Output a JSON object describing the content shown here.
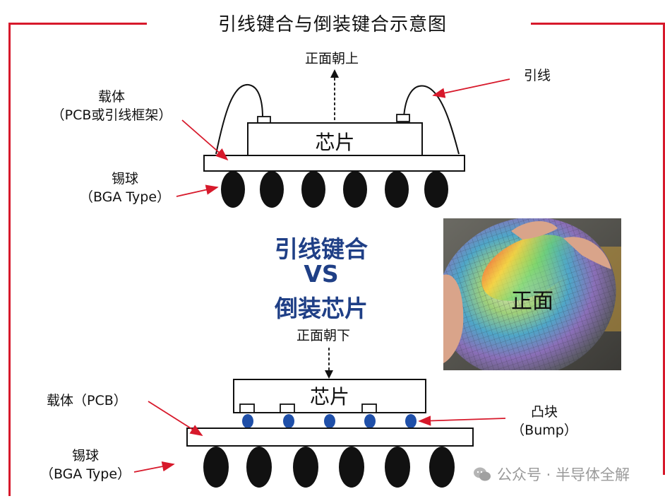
{
  "title": "引线键合与倒装键合示意图",
  "top": {
    "face_up": "正面朝上",
    "wire": "引线",
    "carrier_line1": "载体",
    "carrier_line2": "（PCB或引线框架）",
    "chip": "芯片",
    "ball_line1": "锡球",
    "ball_line2": "（BGA Type）"
  },
  "middle": {
    "line1": "引线键合",
    "line2": "VS",
    "line3": "倒装芯片"
  },
  "photo": {
    "label": "正面"
  },
  "bottom": {
    "face_down": "正面朝下",
    "carrier": "载体（PCB）",
    "chip": "芯片",
    "bump_line1": "凸块",
    "bump_line2": "（Bump）",
    "ball_line1": "锡球",
    "ball_line2": "（BGA Type）"
  },
  "watermark": "公众号 · 半导体全解",
  "colors": {
    "frame": "#d7192b",
    "vs_text": "#1f3f86",
    "bump": "#1f4fa8",
    "arrow": "#d7192b"
  }
}
